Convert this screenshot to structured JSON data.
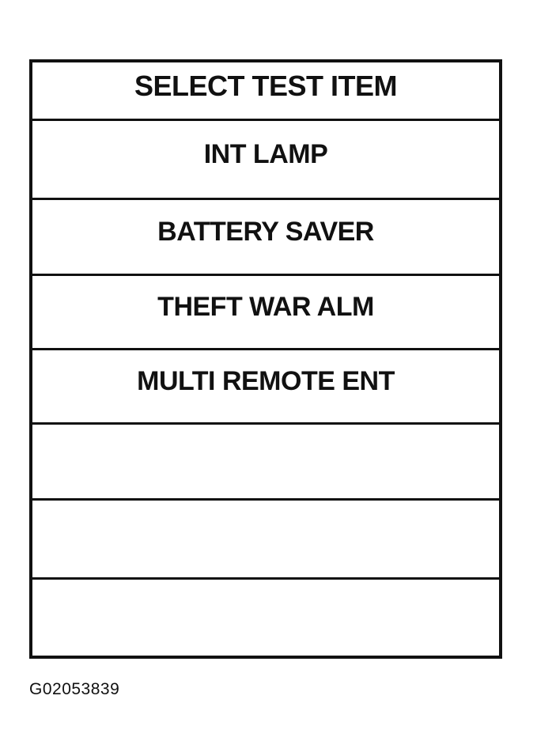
{
  "screen": {
    "title": "SELECT TEST ITEM",
    "items": [
      {
        "label": "INT LAMP"
      },
      {
        "label": "BATTERY SAVER"
      },
      {
        "label": "THEFT WAR ALM"
      },
      {
        "label": "MULTI REMOTE ENT"
      },
      {
        "label": ""
      },
      {
        "label": ""
      },
      {
        "label": ""
      }
    ]
  },
  "figure_id": "G02053839",
  "colors": {
    "border": "#111111",
    "background": "#ffffff",
    "text": "#111111"
  }
}
